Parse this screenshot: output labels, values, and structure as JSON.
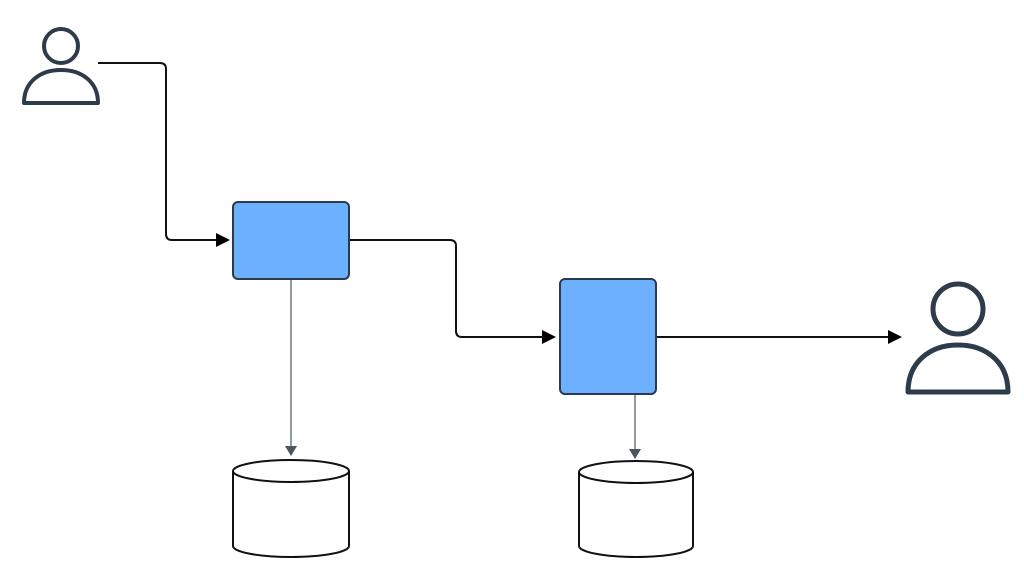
{
  "diagram": {
    "colors": {
      "background": "#ffffff",
      "process_fill": "#6cb0ff",
      "process_stroke": "#2b3a4a",
      "actor_stroke": "#2e3b4a",
      "flow_line": "#111111",
      "store_line": "#4a5560",
      "store_stroke": "#111111"
    },
    "nodes": [
      {
        "id": "actor-source",
        "kind": "actor",
        "icon": "person-icon",
        "label": ""
      },
      {
        "id": "process-1",
        "kind": "process",
        "label": ""
      },
      {
        "id": "process-2",
        "kind": "process",
        "label": ""
      },
      {
        "id": "actor-target",
        "kind": "actor",
        "icon": "person-icon",
        "label": ""
      },
      {
        "id": "store-1",
        "kind": "datastore",
        "icon": "database-icon",
        "label": ""
      },
      {
        "id": "store-2",
        "kind": "datastore",
        "icon": "database-icon",
        "label": ""
      }
    ],
    "edges": [
      {
        "from": "actor-source",
        "to": "process-1",
        "style": "flow"
      },
      {
        "from": "process-1",
        "to": "process-2",
        "style": "flow"
      },
      {
        "from": "process-2",
        "to": "actor-target",
        "style": "flow"
      },
      {
        "from": "process-1",
        "to": "store-1",
        "style": "thin"
      },
      {
        "from": "process-2",
        "to": "store-2",
        "style": "thin"
      }
    ]
  }
}
